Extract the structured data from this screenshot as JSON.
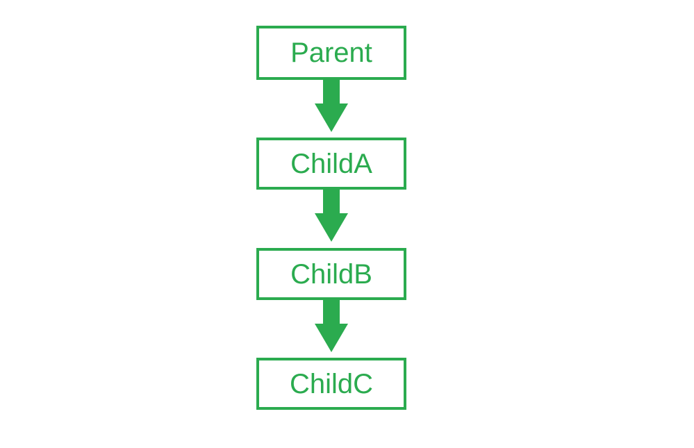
{
  "colors": {
    "accent": "#2BAB4F",
    "background": "#FFFFFF"
  },
  "diagram": {
    "type": "flowchart",
    "direction": "top-down",
    "nodes": [
      {
        "label": "Parent"
      },
      {
        "label": "ChildA"
      },
      {
        "label": "ChildB"
      },
      {
        "label": "ChildC"
      }
    ],
    "edges": [
      {
        "from": "Parent",
        "to": "ChildA",
        "style": "block-arrow-down"
      },
      {
        "from": "ChildA",
        "to": "ChildB",
        "style": "block-arrow-down"
      },
      {
        "from": "ChildB",
        "to": "ChildC",
        "style": "block-arrow-down"
      }
    ]
  }
}
